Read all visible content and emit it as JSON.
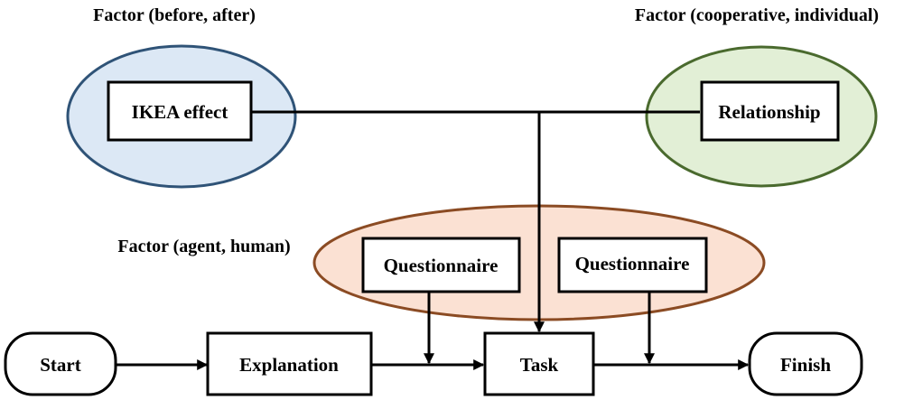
{
  "factors": {
    "ikea": {
      "label": "Factor (before, after)",
      "fill": "#dce8f5",
      "stroke": "#2f5377"
    },
    "relationship": {
      "label": "Factor (cooperative, individual)",
      "fill": "#e2efd6",
      "stroke": "#4a6a2e"
    },
    "agent": {
      "label": "Factor (agent, human)",
      "fill": "#fbe1d3",
      "stroke": "#8b4b23"
    }
  },
  "boxes": {
    "ikea_effect": "IKEA effect",
    "relationship": "Relationship",
    "questionnaire_left": "Questionnaire",
    "questionnaire_right": "Questionnaire"
  },
  "flow": {
    "start": "Start",
    "explanation": "Explanation",
    "task": "Task",
    "finish": "Finish"
  }
}
